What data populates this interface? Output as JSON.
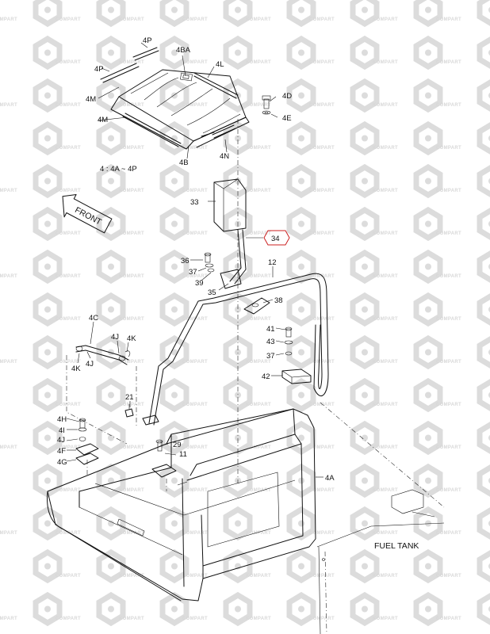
{
  "watermark": {
    "brand_a": "KOMPART",
    "brand_b": "COMPART"
  },
  "labels": {
    "p4P_a": "4P",
    "p4P_b": "4P",
    "p4M_a": "4M",
    "p4M_b": "4M",
    "p4BA": "4BA",
    "p4L": "4L",
    "p4D": "4D",
    "p4E": "4E",
    "p4N": "4N",
    "p4B": "4B",
    "range": "4 : 4A ~ 4P",
    "p33": "33",
    "p34": "34",
    "p12": "12",
    "p36": "36",
    "p37a": "37",
    "p39": "39",
    "p35": "35",
    "p38": "38",
    "p41": "41",
    "p43": "43",
    "p37b": "37",
    "p42": "42",
    "p4C": "4C",
    "p4J_a": "4J",
    "p4K_a": "4K",
    "p4K_b": "4K",
    "p4J_b": "4J",
    "p21": "21",
    "p4H": "4H",
    "p4I": "4I",
    "p4J_c": "4J",
    "p4F": "4F",
    "p4G": "4G",
    "p29": "29",
    "p11": "11",
    "p4A": "4A",
    "fuel_tank": "FUEL TANK",
    "front": "FRONT"
  },
  "highlight_color": "#cc2222"
}
